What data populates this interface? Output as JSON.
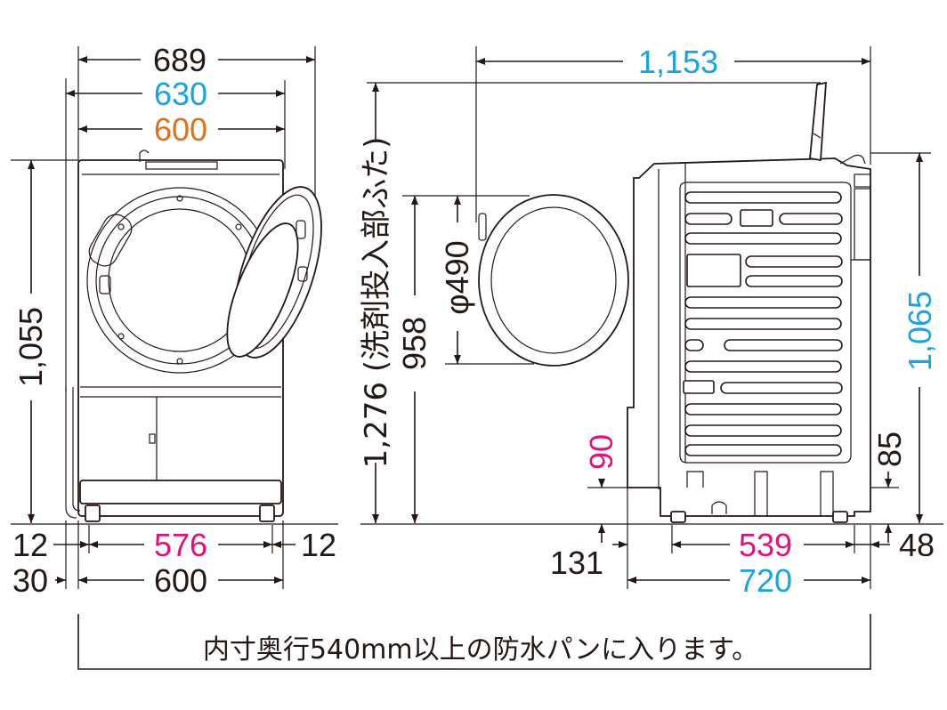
{
  "colors": {
    "black": "#231815",
    "blue": "#1aa3dc",
    "orange": "#e0701a",
    "magenta": "#e0127a"
  },
  "front": {
    "width_overall": "689",
    "width_door_open": "630",
    "width_body": "600",
    "height": "1,055",
    "inner_width": "576",
    "side_left": "12",
    "side_right": "12",
    "offset_left": "30",
    "width_bottom": "600"
  },
  "side": {
    "depth_overall": "1,153",
    "height_lid_open": "1,276 (洗剤投入部ふた)",
    "door_height": "958",
    "door_diameter": "φ490",
    "height_right": "1,065",
    "clearance_left": "90",
    "clearance_right": "85",
    "foot_offset": "131",
    "depth_inner": "539",
    "depth_body": "720",
    "back_offset": "48"
  },
  "footnote": "内寸奥行540mm以上の防水パンに入ります。"
}
